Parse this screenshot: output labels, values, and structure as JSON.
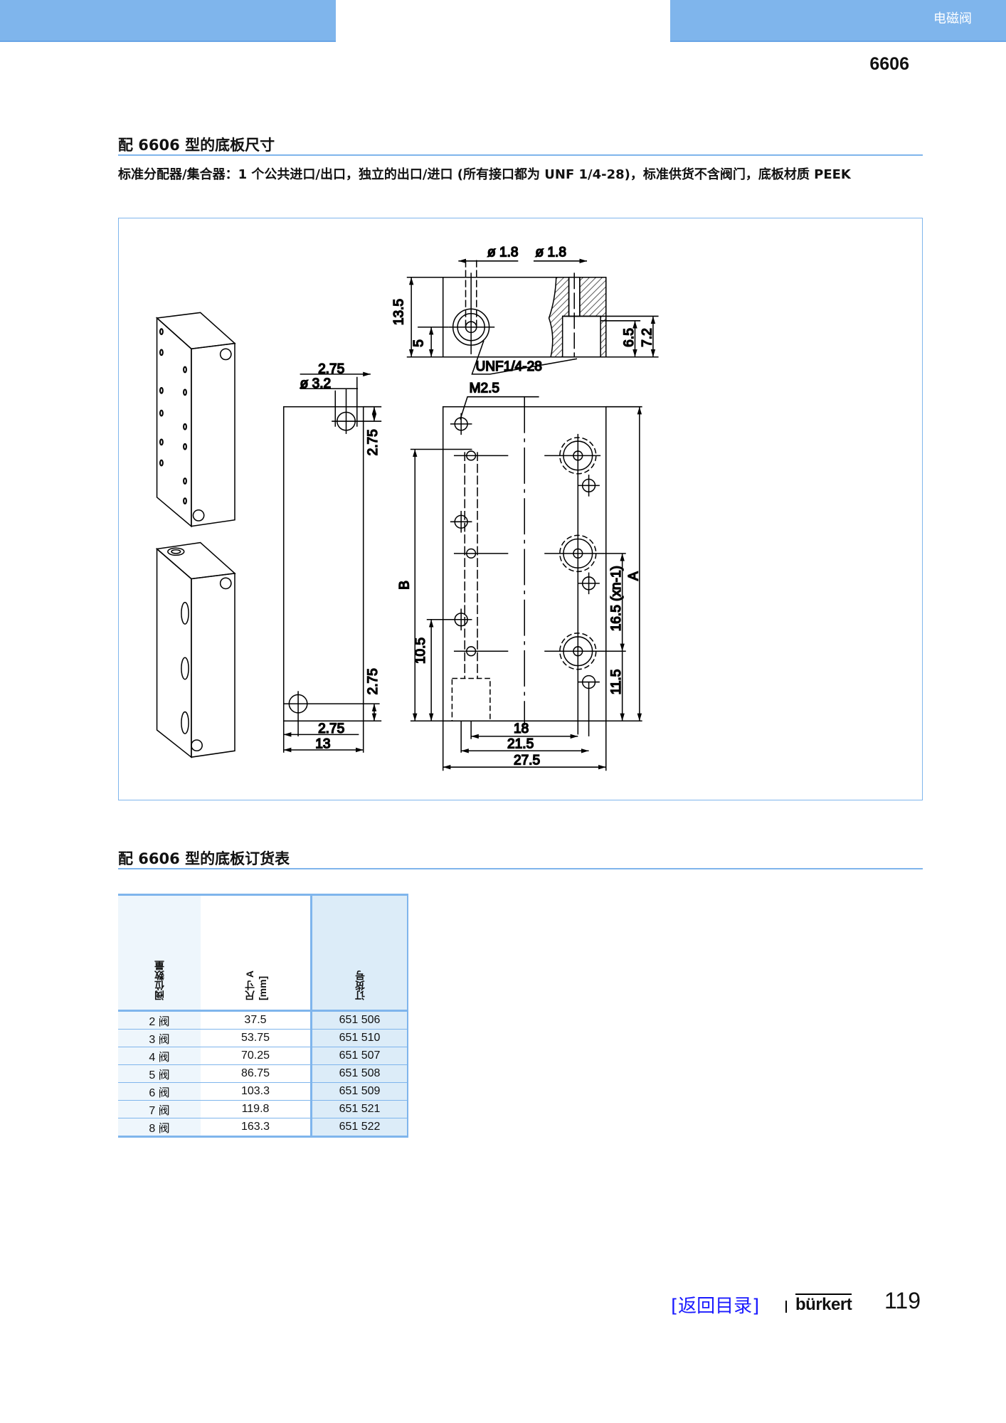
{
  "header": {
    "category": "电磁阀",
    "model": "6606"
  },
  "section1": {
    "title": "配 6606 型的底板尺寸",
    "description": "标准分配器/集合器：1 个公共进口/出口，独立的出口/进口 (所有接口都为 UNF 1/4-28)，标准供货不含阀门，底板材质 PEEK"
  },
  "drawing": {
    "labels": {
      "d18a": "ø 1.8",
      "d18b": "ø 1.8",
      "h135": "13.5",
      "h5": "5",
      "h65": "6.5",
      "h72": "7.2",
      "unf": "UNF1/4-28",
      "m25": "M2.5",
      "s275a": "2.75",
      "d32": "ø 3.2",
      "s275b": "2.75",
      "s275c": "2.75",
      "s275d": "2.75",
      "s13": "13",
      "B": "B",
      "d105": "10.5",
      "pitch": "16.5 (xn-1)",
      "A": "A",
      "d115": "11.5",
      "d18": "18",
      "d215": "21.5",
      "d275": "27.5"
    }
  },
  "section2": {
    "title": "配 6606 型的底板订货表"
  },
  "table": {
    "headers": [
      "阀位数量",
      "尺寸 A",
      "[mm]",
      "订货号"
    ],
    "rows": [
      [
        "2 阀",
        "37.5",
        "651 506"
      ],
      [
        "3 阀",
        "53.75",
        "651 510"
      ],
      [
        "4 阀",
        "70.25",
        "651 507"
      ],
      [
        "5 阀",
        "86.75",
        "651 508"
      ],
      [
        "6 阀",
        "103.3",
        "651 509"
      ],
      [
        "7 阀",
        "119.8",
        "651 521"
      ],
      [
        "8 阀",
        "163.3",
        "651 522"
      ]
    ]
  },
  "footer": {
    "back_link": "[返回目录]",
    "brand": "bürkert",
    "page": "119"
  }
}
